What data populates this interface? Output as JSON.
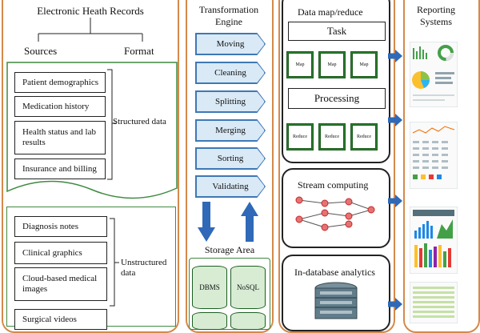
{
  "sources": {
    "title": "Electronic Heath Records",
    "sources_label": "Sources",
    "format_label": "Format",
    "structured_items": [
      "Patient demographics",
      "Medication history",
      "Health status and lab results",
      "Insurance and billing"
    ],
    "structured_label": "Structured data",
    "unstructured_items": [
      "Diagnosis notes",
      "Clinical graphics",
      "Cloud-based medical images",
      "Surgical videos"
    ],
    "unstructured_label": "Unstructured data"
  },
  "transformation": {
    "title": "Transformation Engine",
    "stages": [
      "Moving",
      "Cleaning",
      "Splitting",
      "Merging",
      "Sorting",
      "Validating"
    ],
    "storage_title": "Storage Area",
    "storage_items": [
      "DBMS",
      "NoSQL"
    ]
  },
  "analytics": {
    "mapreduce": {
      "title": "Data map/reduce",
      "task_label": "Task",
      "map_label": "Map",
      "processing_label": "Processing",
      "reduce_label": "Reduce"
    },
    "stream": {
      "title": "Stream computing"
    },
    "indatabase": {
      "title": "In-database analytics"
    }
  },
  "reporting": {
    "title": "Reporting Systems"
  },
  "colors": {
    "panel_border": "#d4894a",
    "green": "#3f8a3f",
    "blue_arrow": "#2f69b8",
    "stage_fill": "#d9e9f6"
  }
}
